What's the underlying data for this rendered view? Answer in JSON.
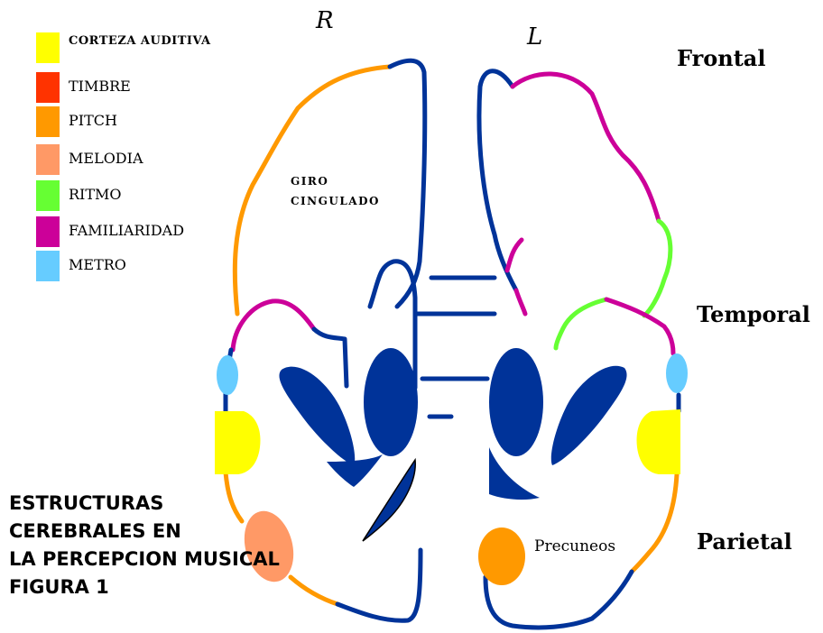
{
  "legend": [
    {
      "label": "CORTEZA AUDITIVA",
      "color": "#FFFF00"
    },
    {
      "label": "TIMBRE",
      "color": "#FF3300"
    },
    {
      "label": "PITCH",
      "color": "#FF9900"
    },
    {
      "label": "MELODIA",
      "color": "#FF9966"
    },
    {
      "label": "RITMO",
      "color": "#66FF33"
    },
    {
      "label": "FAMILIARIDAD",
      "color": "#CC0099"
    },
    {
      "label": "METRO",
      "color": "#66CCFF"
    }
  ],
  "hemispheres": {
    "right": "R",
    "left": "L"
  },
  "lobes": {
    "frontal": "Frontal",
    "temporal": "Temporal",
    "parietal": "Parietal"
  },
  "regions": {
    "cingulate_line1": "GIRO",
    "cingulate_line2": "CINGULADO",
    "precuneus": "Precuneos"
  },
  "caption": [
    "ESTRUCTURAS",
    "CEREBRALES EN",
    "LA PERCEPCION MUSICAL",
    "FIGURA 1"
  ],
  "colors": {
    "structure": "#003399",
    "outline_dark": "#000000"
  }
}
